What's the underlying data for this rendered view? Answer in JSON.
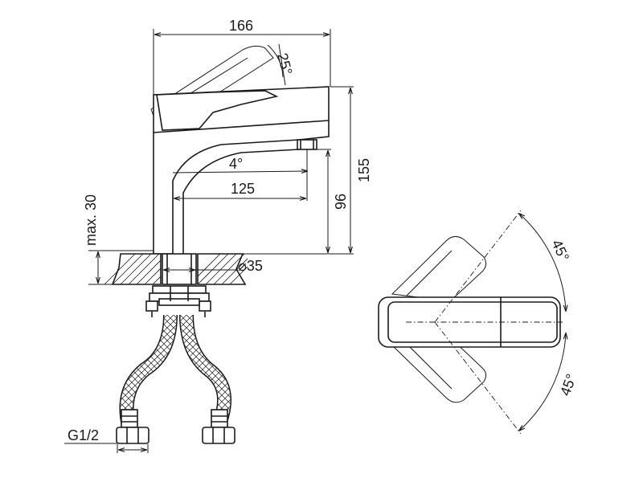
{
  "dimensions": {
    "overall_length": "166",
    "handle_tilt_angle": "25°",
    "spout_angle": "4°",
    "spout_reach": "125",
    "total_height": "155",
    "spout_height": "96",
    "max_deck_thickness": "max. 30",
    "hole_diameter": "⌀35",
    "connection_thread": "G1/2",
    "rotation_angle_up": "45°",
    "rotation_angle_down": "45°"
  },
  "colors": {
    "line": "#1a1a1a",
    "background": "#ffffff"
  }
}
